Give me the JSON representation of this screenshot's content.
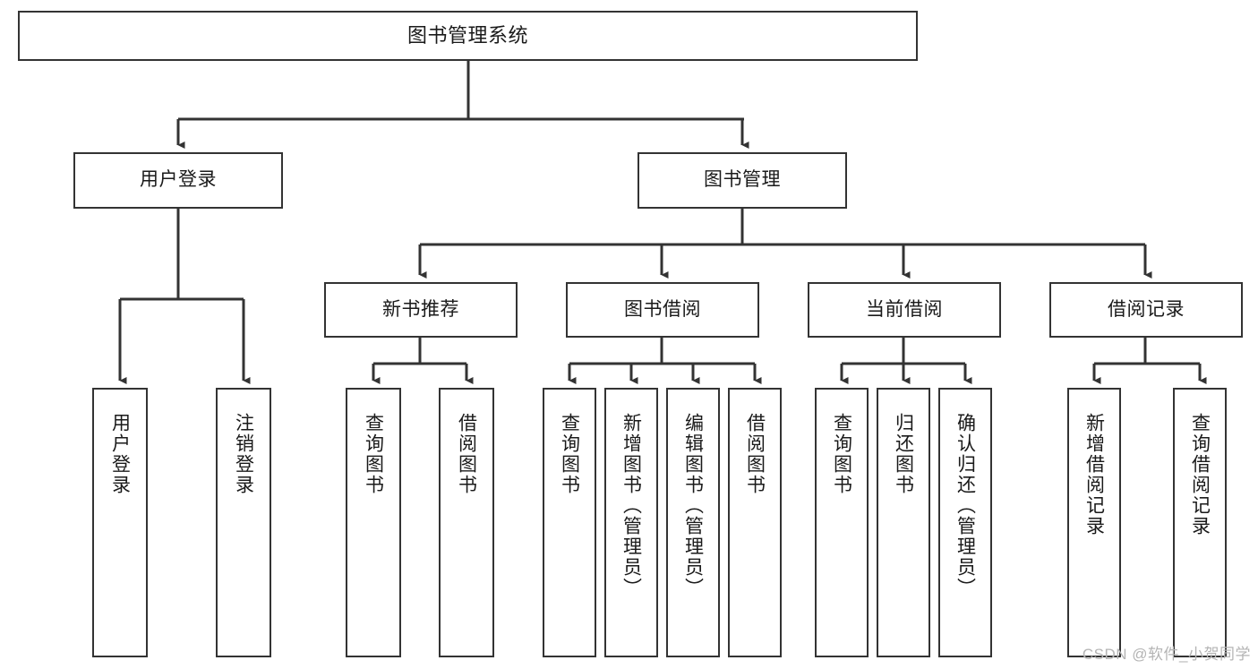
{
  "diagram": {
    "type": "tree",
    "title": "图书管理系统",
    "style": {
      "line_color": "#333333",
      "box_border_color": "#333333",
      "box_fill": "#ffffff",
      "text_color": "#1a1a1a",
      "background": "#ffffff"
    },
    "root": {
      "label": "图书管理系统"
    },
    "level2": [
      {
        "label": "用户登录"
      },
      {
        "label": "图书管理"
      }
    ],
    "level3": [
      {
        "label": "新书推荐"
      },
      {
        "label": "图书借阅"
      },
      {
        "label": "当前借阅"
      },
      {
        "label": "借阅记录"
      }
    ],
    "leaves": {
      "user_login": [
        {
          "label": "用户登录"
        },
        {
          "label": "注销登录"
        }
      ],
      "new_book": [
        {
          "label": "查询图书"
        },
        {
          "label": "借阅图书"
        }
      ],
      "book_borrow": [
        {
          "label": "查询图书"
        },
        {
          "label": "新增图书（管理员）"
        },
        {
          "label": "编辑图书（管理员）"
        },
        {
          "label": "借阅图书"
        }
      ],
      "current_borrow": [
        {
          "label": "查询图书"
        },
        {
          "label": "归还图书"
        },
        {
          "label": "确认归还（管理员）"
        }
      ],
      "borrow_record": [
        {
          "label": "新增借阅记录"
        },
        {
          "label": "查询借阅记录"
        }
      ]
    }
  },
  "watermark": {
    "text": "CSDN @软件_小贺同学"
  }
}
